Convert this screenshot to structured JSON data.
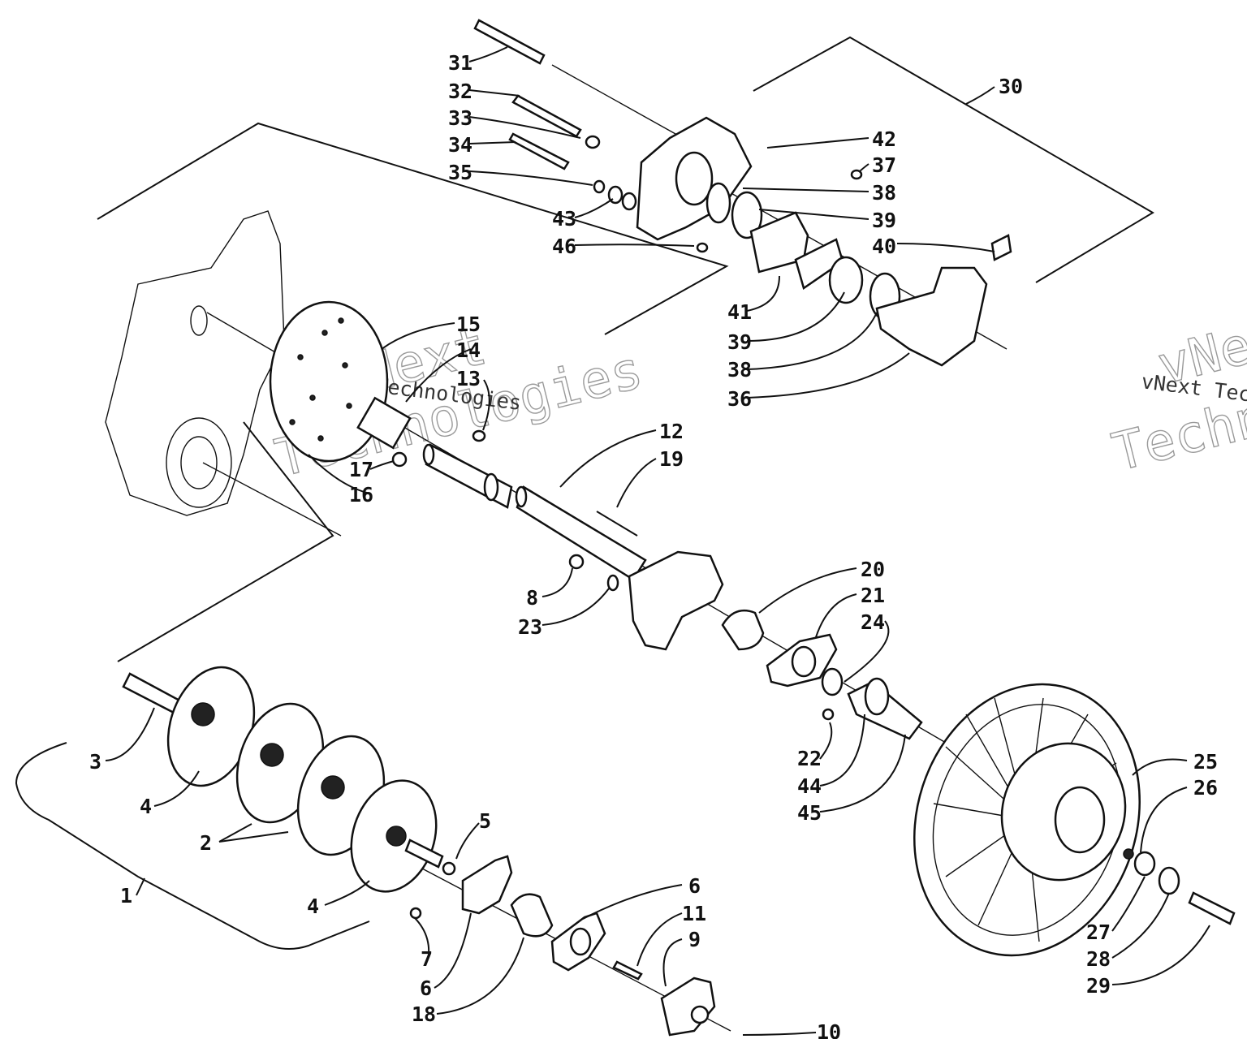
{
  "watermark": {
    "brand": "vNext",
    "word": "Technologies",
    "full": "vNext Technologies",
    "color": "#9a9a9a"
  },
  "callouts": [
    {
      "id": "c31",
      "text": "31"
    },
    {
      "id": "c32",
      "text": "32"
    },
    {
      "id": "c33",
      "text": "33"
    },
    {
      "id": "c34",
      "text": "34"
    },
    {
      "id": "c35",
      "text": "35"
    },
    {
      "id": "c43",
      "text": "43"
    },
    {
      "id": "c46",
      "text": "46"
    },
    {
      "id": "c30",
      "text": "30"
    },
    {
      "id": "c42",
      "text": "42"
    },
    {
      "id": "c37",
      "text": "37"
    },
    {
      "id": "c38a",
      "text": "38"
    },
    {
      "id": "c39a",
      "text": "39"
    },
    {
      "id": "c40",
      "text": "40"
    },
    {
      "id": "c41",
      "text": "41"
    },
    {
      "id": "c39b",
      "text": "39"
    },
    {
      "id": "c38b",
      "text": "38"
    },
    {
      "id": "c36",
      "text": "36"
    },
    {
      "id": "c15",
      "text": "15"
    },
    {
      "id": "c14",
      "text": "14"
    },
    {
      "id": "c13",
      "text": "13"
    },
    {
      "id": "c17",
      "text": "17"
    },
    {
      "id": "c16",
      "text": "16"
    },
    {
      "id": "c12",
      "text": "12"
    },
    {
      "id": "c19",
      "text": "19"
    },
    {
      "id": "c8",
      "text": "8"
    },
    {
      "id": "c23",
      "text": "23"
    },
    {
      "id": "c20",
      "text": "20"
    },
    {
      "id": "c21",
      "text": "21"
    },
    {
      "id": "c24",
      "text": "24"
    },
    {
      "id": "c22",
      "text": "22"
    },
    {
      "id": "c44",
      "text": "44"
    },
    {
      "id": "c45",
      "text": "45"
    },
    {
      "id": "c3",
      "text": "3"
    },
    {
      "id": "c4a",
      "text": "4"
    },
    {
      "id": "c2",
      "text": "2"
    },
    {
      "id": "c1",
      "text": "1"
    },
    {
      "id": "c4b",
      "text": "4"
    },
    {
      "id": "c5",
      "text": "5"
    },
    {
      "id": "c7",
      "text": "7"
    },
    {
      "id": "c6a",
      "text": "6"
    },
    {
      "id": "c18",
      "text": "18"
    },
    {
      "id": "c6b",
      "text": "6"
    },
    {
      "id": "c11",
      "text": "11"
    },
    {
      "id": "c9",
      "text": "9"
    },
    {
      "id": "c10",
      "text": "10"
    },
    {
      "id": "c25",
      "text": "25"
    },
    {
      "id": "c26",
      "text": "26"
    },
    {
      "id": "c27",
      "text": "27"
    },
    {
      "id": "c28",
      "text": "28"
    },
    {
      "id": "c29",
      "text": "29"
    }
  ]
}
